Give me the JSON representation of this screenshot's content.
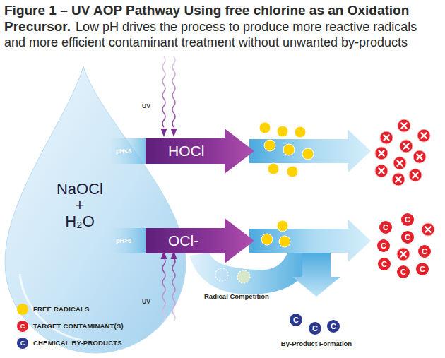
{
  "diagram": {
    "title": "Figure 1 – UV AOP Pathway Using free chlorine as an Oxidation Precursor.",
    "nodes": [
      {
        "text": [
          "NaOCl + H₂O"
        ]
      },
      {
        "text": [
          "pH<6",
          "HOCl"
        ]
      },
      {
        "text": [
          "pH>6",
          "OCl-"
        ]
      },
      {
        "text": [
          "C"
        ]
      },
      {
        "text": [
          "C"
        ]
      },
      {
        "text": [
          "C"
        ]
      },
      {
        "text": [
          "C"
        ]
      },
      {
        "text": [
          "C"
        ]
      },
      {
        "text": [
          "C"
        ]
      },
      {
        "text": [
          "C"
        ]
      },
      {
        "text": [
          "C"
        ]
      },
      {
        "text": [
          "C"
        ]
      },
      {
        "text": [
          "C"
        ]
      },
      {
        "text": [
          "C"
        ]
      }
    ],
    "labels": [
      "Low pH drives the process to produce more reactive radicals and more efficient contaminant treatment without unwanted by-products",
      "UV",
      "UV",
      "Radical Competition",
      "By-Product Formation",
      "C",
      "C"
    ],
    "legend": [
      {
        "text": "FREE RADICALS",
        "color": "#ffd200"
      },
      {
        "text": "TARGET CONTAMINANT(S)",
        "color": "#e4202a"
      },
      {
        "text": "CHEMICAL BY-PRODUCTS",
        "color": "#2b3990"
      }
    ]
  }
}
